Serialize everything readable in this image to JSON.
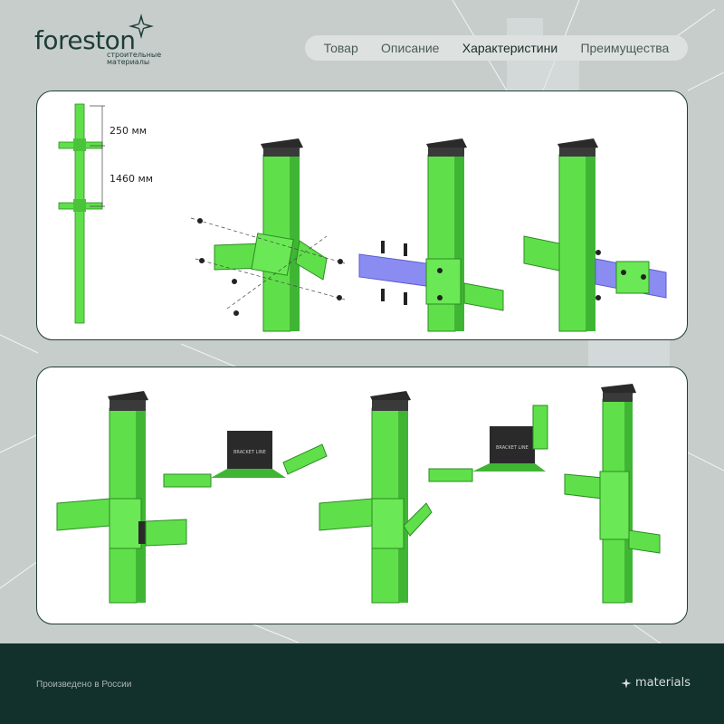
{
  "brand": {
    "name": "foreston",
    "tagline": "строительные материалы"
  },
  "nav": {
    "items": [
      {
        "label": "Товар"
      },
      {
        "label": "Описание"
      },
      {
        "label": "Характеристини"
      },
      {
        "label": "Преимущества"
      }
    ],
    "active": "Характеристини"
  },
  "diagram": {
    "dim_top": "250 мм",
    "dim_bottom": "1460 мм",
    "clip_label": "BRACKET LINE"
  },
  "footer": {
    "left_text": "Произведено в России",
    "right_text": "materials"
  },
  "colors": {
    "accent_green": "#5fe04a",
    "dark_green": "#12302c",
    "background": "#c6cdcb"
  }
}
